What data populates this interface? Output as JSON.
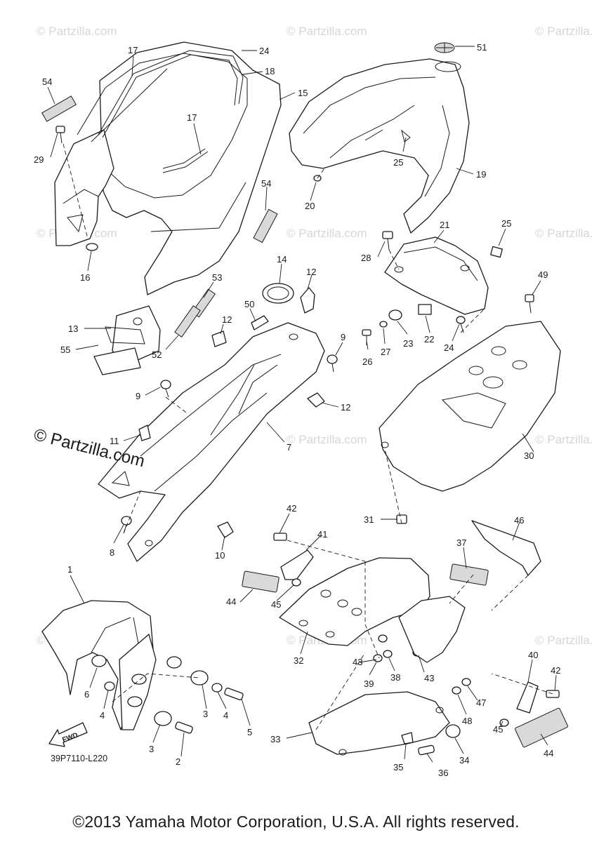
{
  "diagram": {
    "watermark": "© Partzilla.com",
    "brand_watermark": "© Partzilla.com",
    "diagram_code": "39P7110-L220",
    "fwd_label": "FWD",
    "copyright": "©2013 Yamaha Motor Corporation, U.S.A. All rights reserved.",
    "callouts": [
      "1",
      "2",
      "3",
      "3",
      "4",
      "4",
      "5",
      "6",
      "7",
      "8",
      "9",
      "9",
      "10",
      "11",
      "12",
      "12",
      "12",
      "13",
      "14",
      "15",
      "16",
      "17",
      "17",
      "18",
      "19",
      "20",
      "21",
      "22",
      "23",
      "24",
      "24",
      "25",
      "25",
      "26",
      "27",
      "28",
      "29",
      "30",
      "31",
      "32",
      "33",
      "34",
      "35",
      "36",
      "37",
      "38",
      "39",
      "40",
      "41",
      "42",
      "42",
      "43",
      "43",
      "44",
      "44",
      "45",
      "45",
      "46",
      "47",
      "48",
      "49",
      "50",
      "51",
      "52",
      "53",
      "54",
      "54",
      "55"
    ]
  }
}
